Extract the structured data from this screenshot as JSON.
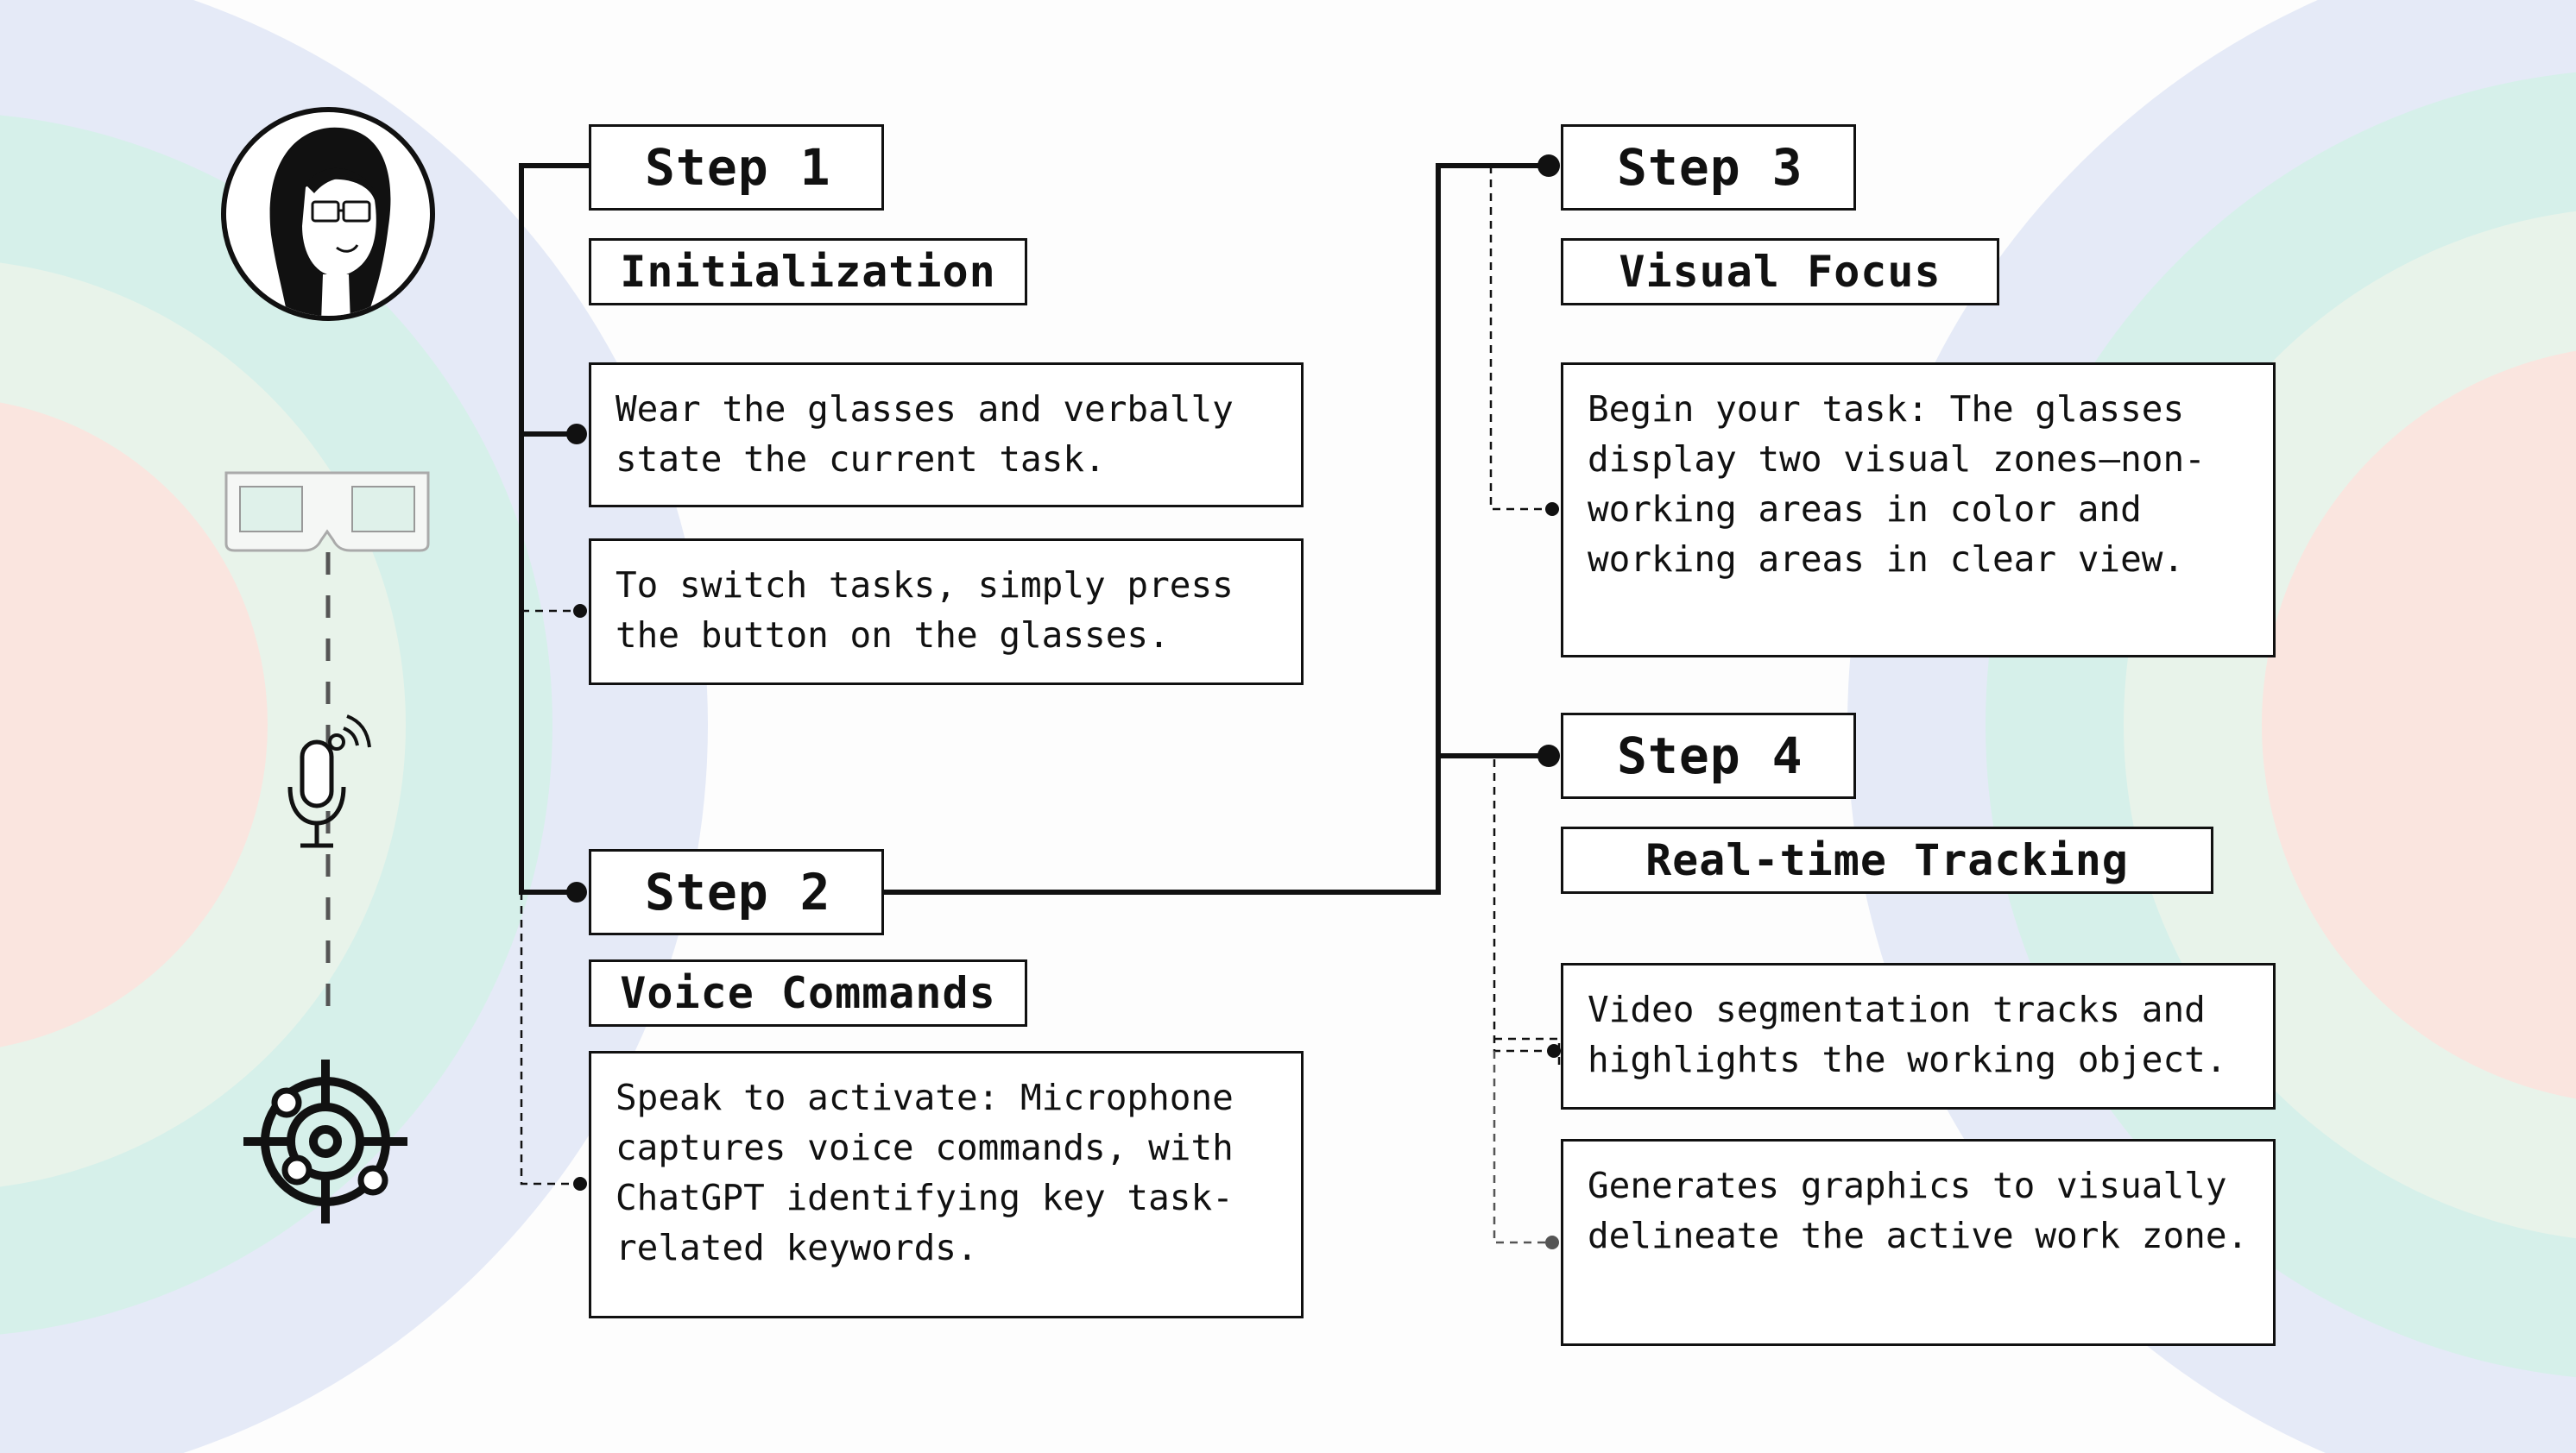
{
  "steps": [
    {
      "label": "Step 1",
      "title": "Initialization",
      "items": [
        "Wear the glasses and verbally state the current task.",
        "To switch tasks, simply press the button on the glasses."
      ]
    },
    {
      "label": "Step 2",
      "title": "Voice Commands",
      "items": [
        "Speak to activate: Microphone captures voice commands, with ChatGPT identifying key task-related keywords."
      ]
    },
    {
      "label": "Step 3",
      "title": "Visual Focus",
      "items": [
        "Begin your task: The glasses display two visual zones—non-working areas in color and working areas in clear view."
      ]
    },
    {
      "label": "Step 4",
      "title": "Real-time Tracking",
      "items": [
        "Video segmentation tracks and highlights the working object.",
        "Generates graphics to visually delineate the active work zone."
      ]
    }
  ],
  "icons": [
    "avatar-woman-glasses",
    "smart-glasses-icon",
    "microphone-wireless-icon",
    "target-crosshair-icon"
  ],
  "colors": {
    "ring_outer": "#e5eaf7",
    "ring_mid": "#d6f0ea",
    "ring_inner": "#e8f3ea",
    "ring_core": "#fae5df",
    "line": "#111111"
  }
}
